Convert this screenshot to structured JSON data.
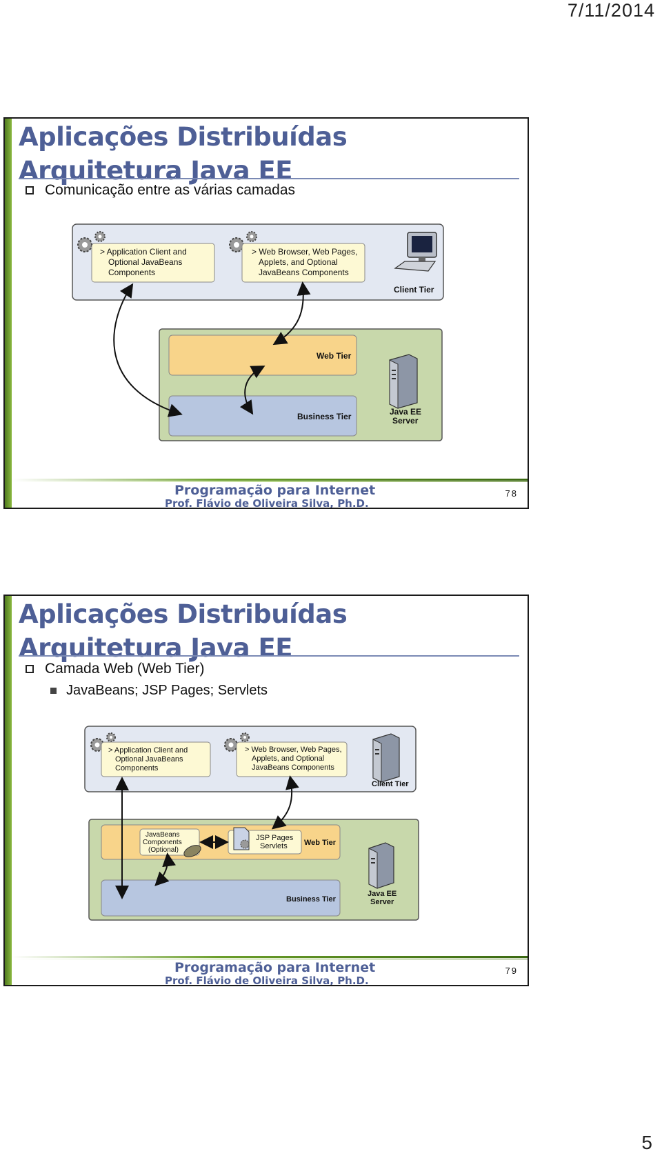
{
  "header": {
    "date": "7/11/2014"
  },
  "page_number": "5",
  "slides": [
    {
      "title_line1": "Aplicações Distribuídas",
      "title_line2": "Arquitetura Java EE",
      "bullet": "Comunicação entre as várias camadas",
      "diagram": {
        "app_client_lines": [
          "> Application Client and",
          "Optional JavaBeans",
          "Components"
        ],
        "web_browser_lines": [
          "> Web Browser, Web Pages,",
          "Applets, and Optional",
          "JavaBeans Components"
        ],
        "client_tier": "Client Tier",
        "web_tier": "Web Tier",
        "business_tier": "Business Tier",
        "server_lines": [
          "Java EE",
          "Server"
        ]
      },
      "footer_line1": "Programação para Internet",
      "footer_line2": "Prof. Flávio de Oliveira Silva, Ph.D.",
      "slide_number": "78"
    },
    {
      "title_line1": "Aplicações Distribuídas",
      "title_line2": "Arquitetura Java EE",
      "bullet": "Camada Web (Web Tier)",
      "sub_bullet": "JavaBeans; JSP Pages; Servlets",
      "diagram": {
        "app_client_lines": [
          "> Application Client and",
          "Optional JavaBeans",
          "Components"
        ],
        "web_browser_lines": [
          "> Web Browser, Web Pages,",
          "Applets, and Optional",
          "JavaBeans Components"
        ],
        "client_tier": "Client Tier",
        "javabeans_lines": [
          "JavaBeans",
          "Components",
          "(Optional)"
        ],
        "jsp_lines": [
          "JSP Pages",
          "Servlets"
        ],
        "web_tier": "Web Tier",
        "business_tier": "Business Tier",
        "server_lines": [
          "Java EE",
          "Server"
        ]
      },
      "footer_line1": "Programação para Internet",
      "footer_line2": "Prof. Flávio de Oliveira Silva, Ph.D.",
      "slide_number": "79"
    }
  ]
}
